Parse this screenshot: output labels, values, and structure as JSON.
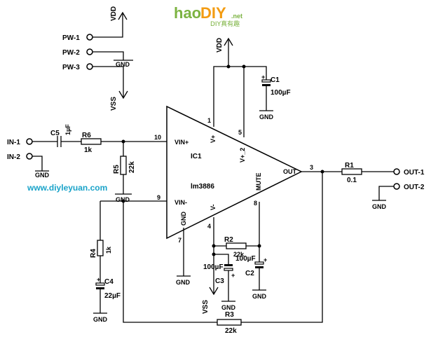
{
  "logo": {
    "brand_part1": "hao",
    "brand_part2": "DIY",
    "brand_suffix": ".net",
    "tagline": "DIY真有趣",
    "brand_colors": {
      "green": "#7cb342",
      "orange": "#f39c12"
    }
  },
  "website": "www.diyleyuan.com",
  "website_color": "#1aa3c9",
  "power": {
    "vdd_top": "VDD",
    "vdd_ic": "VDD",
    "vss_top": "VSS",
    "vss_bottom": "VSS",
    "pins": [
      "PW-1",
      "PW-2",
      "PW-3"
    ],
    "gnd": "GND"
  },
  "inputs": {
    "pins": [
      "IN-1",
      "IN-2"
    ]
  },
  "outputs": {
    "pins": [
      "OUT-1",
      "OUT-2"
    ]
  },
  "ic": {
    "ref": "IC1",
    "part": "lm3886",
    "pin_labels": {
      "vin_plus": "VIN+",
      "vin_minus": "VIN-",
      "v_plus": "V+",
      "v_plus2": "V+_2",
      "v_minus": "V-",
      "gnd": "GND",
      "mute": "MUTE",
      "out": "OUT"
    },
    "pin_numbers": {
      "p1": "1",
      "p3": "3",
      "p4": "4",
      "p5": "5",
      "p7": "7",
      "p8": "8",
      "p9": "9",
      "p10": "10"
    }
  },
  "components": {
    "C1": {
      "ref": "C1",
      "value": "100µF"
    },
    "C2": {
      "ref": "C2",
      "value": "100µF"
    },
    "C3": {
      "ref": "C3",
      "value": "100µF"
    },
    "C4": {
      "ref": "C4",
      "value": "22µF"
    },
    "C5": {
      "ref": "C5",
      "value": "1µF"
    },
    "R1": {
      "ref": "R1",
      "value": "0.1"
    },
    "R2": {
      "ref": "R2",
      "value": "22k"
    },
    "R3": {
      "ref": "R3",
      "value": "22k"
    },
    "R4": {
      "ref": "R4",
      "value": "1k"
    },
    "R5": {
      "ref": "R5",
      "value": "22k"
    },
    "R6": {
      "ref": "R6",
      "value": "1k"
    }
  },
  "gnd_label": "GND",
  "polarity_plus": "+"
}
